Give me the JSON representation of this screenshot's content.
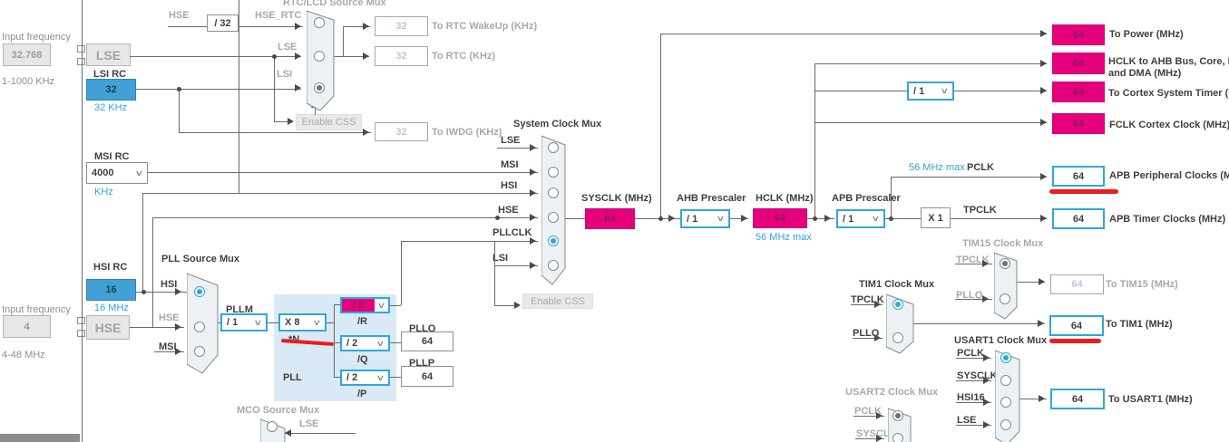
{
  "left_panel": {
    "top": {
      "caption": "Input frequency",
      "value": "32.768",
      "range": "1-1000 KHz"
    },
    "bottom": {
      "caption": "Input frequency",
      "value": "4",
      "range": "4-48 MHz"
    },
    "lse": {
      "name": "LSE"
    },
    "lsi": {
      "name": "LSI RC",
      "value": "32",
      "note": "32 KHz"
    },
    "msi": {
      "name": "MSI RC",
      "value": "4000",
      "note": "KHz"
    },
    "hsi": {
      "name": "HSI RC",
      "value": "16",
      "note": "16 MHz"
    },
    "hse": {
      "name": "HSE"
    }
  },
  "rtc_mux": {
    "title": "RTC/LCD Source Mux",
    "divider": "/ 32",
    "hse_label": "HSE",
    "hse_rtc_label": "HSE_RTC",
    "lse_label": "LSE",
    "lsi_label": "LSI",
    "enable_css": "Enable CSS",
    "outputs": [
      {
        "value": "32",
        "label": "To RTC WakeUp (KHz)"
      },
      {
        "value": "32",
        "label": "To RTC (KHz)"
      },
      {
        "value": "32",
        "label": "To IWDG (KHz)"
      }
    ]
  },
  "system_mux": {
    "title": "System Clock Mux",
    "inputs": [
      "LSE",
      "MSI",
      "HSI",
      "HSE",
      "PLLCLK",
      "LSI"
    ],
    "selected": "PLLCLK",
    "enable_css": "Enable CSS"
  },
  "sysclk": {
    "label": "SYSCLK (MHz)",
    "value": "64"
  },
  "ahb": {
    "label": "AHB Prescaler",
    "value": "/ 1"
  },
  "hclk": {
    "label": "HCLK (MHz)",
    "value": "64",
    "note": "56 MHz max"
  },
  "apb": {
    "label": "APB Prescaler",
    "value": "/ 1",
    "note": "56 MHz max",
    "pclk_label": "PCLK",
    "tpclk_label": "TPCLK",
    "multiplier": "X 1"
  },
  "cortex_prescaler": "/ 1",
  "right_outputs": [
    {
      "value": "64",
      "label": "To Power (MHz)"
    },
    {
      "value": "64",
      "label": "HCLK to AHB Bus, Core, Memory",
      "label2": "and DMA (MHz)"
    },
    {
      "value": "64",
      "label": "To Cortex System Timer (MHz)"
    },
    {
      "value": "64",
      "label": "FCLK Cortex Clock (MHz)"
    },
    {
      "value": "64",
      "label": "APB Peripheral Clocks (MHz)"
    },
    {
      "value": "64",
      "label": "APB Timer Clocks (MHz)"
    }
  ],
  "pll": {
    "title": "PLL Source Mux",
    "inputs": [
      "HSI",
      "HSE",
      "MSI"
    ],
    "selected": "HSI",
    "pllm_label": "PLLM",
    "pllm": "/ 1",
    "mul": "X 8",
    "mul_note": "*N",
    "block_label": "PLL",
    "r": {
      "value": "/ 2",
      "label": "/R"
    },
    "q": {
      "value": "/ 2",
      "label": "/Q"
    },
    "p": {
      "value": "/ 2",
      "label": "/P"
    },
    "pllq": {
      "label": "PLLQ",
      "value": "64"
    },
    "pllp": {
      "label": "PLLP",
      "value": "64"
    }
  },
  "mco": {
    "title": "MCO Source Mux",
    "input": "LSE"
  },
  "tim15": {
    "title": "TIM15 Clock Mux",
    "inputs": [
      "TPCLK",
      "PLLQ"
    ],
    "value": "64",
    "label": "To TIM15 (MHz)"
  },
  "tim1": {
    "title": "TIM1 Clock Mux",
    "inputs": [
      "TPCLK",
      "PLLQ"
    ],
    "value": "64",
    "label": "To TIM1 (MHz)"
  },
  "usart1": {
    "title": "USART1 Clock Mux",
    "inputs": [
      "PCLK",
      "SYSCLK",
      "HSI16",
      "LSE"
    ],
    "value": "64",
    "label": "To USART1 (MHz)"
  },
  "usart2": {
    "title": "USART2 Clock Mux",
    "inputs": [
      "PCLK",
      "SYSCLK"
    ]
  }
}
